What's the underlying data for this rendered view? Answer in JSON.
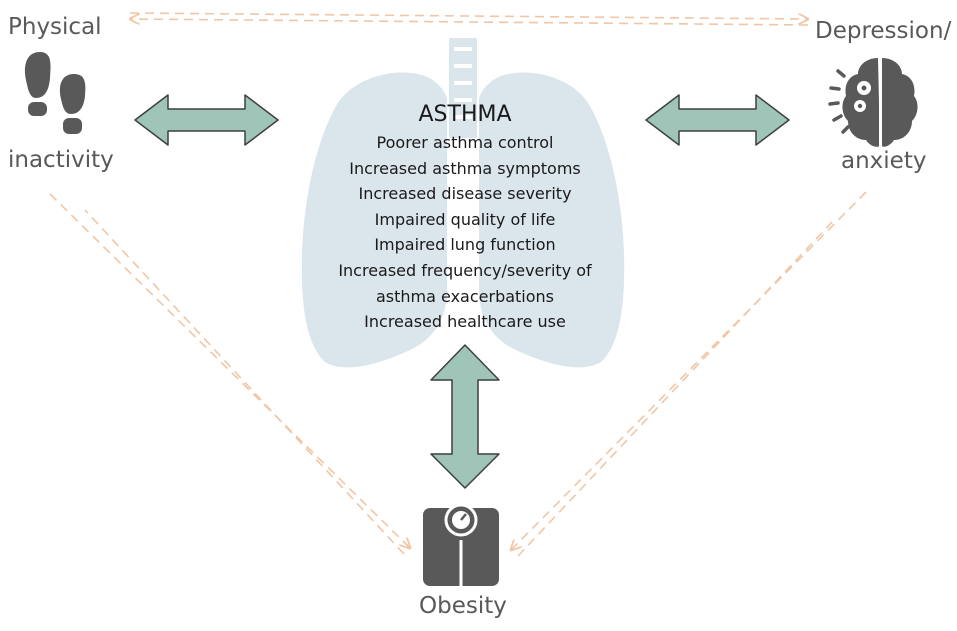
{
  "nodes": {
    "physical_line1": "Physical",
    "physical_line2": "inactivity",
    "depression_line1": "Depression/",
    "depression_line2": "anxiety",
    "obesity": "Obesity"
  },
  "center": {
    "title": "ASTHMA",
    "effects": [
      "Poorer asthma control",
      "Increased asthma symptoms",
      "Increased disease severity",
      "Impaired quality of life",
      "Impaired lung function",
      "Increased frequency/severity of",
      "asthma exacerbations",
      "Increased healthcare use"
    ]
  },
  "icons": {
    "physical": "footprints-icon",
    "depression": "brain-gears-icon",
    "obesity": "weighing-scale-icon",
    "center": "lungs-icon"
  },
  "colors": {
    "lungs": "#dbe5ec",
    "arrow_fill": "#9ec5b7",
    "arrow_stroke": "#3f3f3f",
    "dashed": "#f0c6a6",
    "icon": "#595959",
    "text": "#595959"
  }
}
